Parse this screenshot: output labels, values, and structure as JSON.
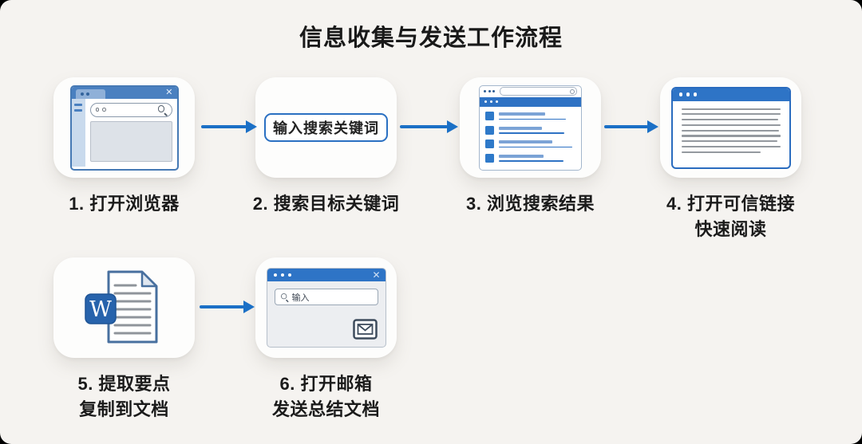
{
  "page": {
    "title": "信息收集与发送工作流程",
    "background_color": "#f5f3f0",
    "card_color": "#fdfdfc",
    "accent_color": "#1b70c6",
    "text_color": "#1b1b1b"
  },
  "icons": {
    "close_glyph": "✕"
  },
  "steps": [
    {
      "label": "1. 打开浏览器",
      "icon": "browser-window-icon"
    },
    {
      "label": "2. 搜索目标关键词",
      "icon": "keyword-input-box",
      "box_text": "输入搜索关键词"
    },
    {
      "label": "3. 浏览搜索结果",
      "icon": "search-results-window-icon"
    },
    {
      "label": "4. 打开可信链接",
      "label_line2": "快速阅读",
      "icon": "article-window-icon"
    },
    {
      "label": "5. 提取要点",
      "label_line2": "复制到文档",
      "icon": "word-document-icon",
      "badge_letter": "W"
    },
    {
      "label": "6. 打开邮箱",
      "label_line2": "发送总结文档",
      "icon": "mail-window-icon",
      "input_text": "输入"
    }
  ]
}
